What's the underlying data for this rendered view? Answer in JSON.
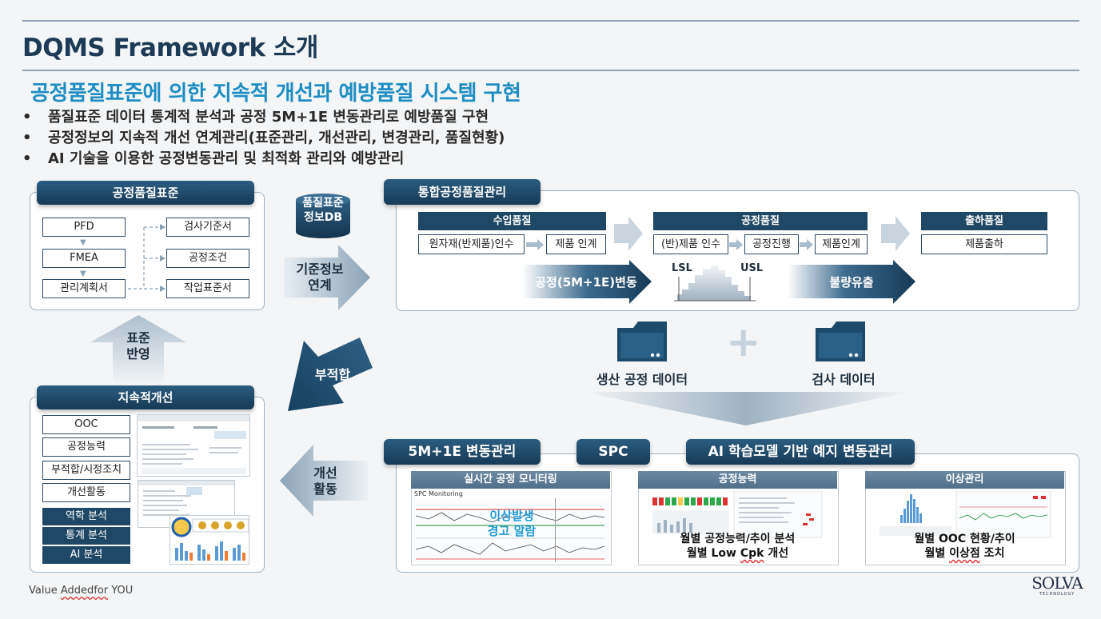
{
  "title": "DQMS Framework 소개",
  "subtitle": "공정품질표준에 의한 지속적 개선과 예방품질 시스템 구현",
  "bullets": [
    "품질표준 데이터 통계적 분석과 공정 5M+1E 변동관리로 예방품질 구현",
    "공정정보의 지속적 개선 연계관리(표준관리, 개선관리, 변경관리, 품질현황)",
    "AI 기술을 이용한 공정변동관리 및 최적화 관리와 예방관리"
  ],
  "bullet_glyph": "•",
  "standard": {
    "header": "공정품질표준",
    "left": [
      "PFD",
      "FMEA",
      "관리계획서"
    ],
    "right": [
      "검사기준서",
      "공정조건",
      "작업표준서"
    ]
  },
  "db_label_line1": "품질표준",
  "db_label_line2": "정보DB",
  "arrows": {
    "link_line1": "기준정보",
    "link_line2": "연계",
    "reflect_line1": "표준",
    "reflect_line2": "반영",
    "nonconf": "부적합",
    "improve_line1": "개선",
    "improve_line2": "활동",
    "variation": "공정(5M+1E)변동",
    "outflow": "불량유출"
  },
  "integrated": {
    "header": "통합공정품질관리",
    "incoming": {
      "header": "수입품질",
      "items": [
        "원자재(반제품)인수",
        "제품 인계"
      ]
    },
    "process": {
      "header": "공정품질",
      "items": [
        "(반)제품 인수",
        "공정진행",
        "제품인계"
      ]
    },
    "shipping": {
      "header": "출하품질",
      "items": [
        "제품출하"
      ]
    },
    "lsl": "LSL",
    "usl": "USL"
  },
  "data_sources": {
    "production": "생산 공정 데이터",
    "inspection": "검사 데이터",
    "plus": "+"
  },
  "continuous": {
    "header": "지속적개선",
    "white_items": [
      "OOC",
      "공정능력",
      "부적합/시정조치",
      "개선활동"
    ],
    "dark_items": [
      "역학 분석",
      "통계 분석",
      "AI 분석"
    ]
  },
  "bottom_tabs": [
    "5M+1E 변동관리",
    "SPC",
    "AI 학습모델 기반 예지 변동관리"
  ],
  "modules": [
    {
      "header": "실시간 공정 모니터링",
      "screen_title": "SPC Monitoring",
      "overlay_line1": "이상발생",
      "overlay_line2": "경고 알람"
    },
    {
      "header": "공정능력",
      "line1": "월별 공정능력/추이 분석",
      "line2_a": "월별 Low ",
      "line2_b": "Cpk",
      "line2_c": " 개선"
    },
    {
      "header": "이상관리",
      "line1": "월별 OOC 현황/추이",
      "line2_a": "월별 ",
      "line2_b": "이상점",
      "line2_c": " 조치"
    }
  ],
  "footer_a": "Value ",
  "footer_b": "Addedfor",
  "footer_c": " YOU",
  "logo_text": "SOLVA",
  "logo_sub": "TECHNOLOGY",
  "colors": {
    "navy": "#1d3a57",
    "accent_blue": "#1e8ec2",
    "tab_dark": "#163a57"
  }
}
